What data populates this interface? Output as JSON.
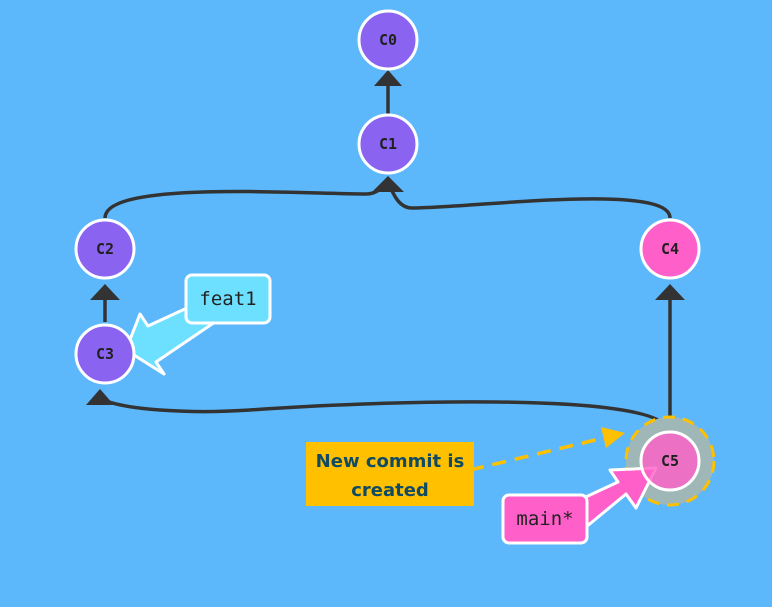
{
  "commits": [
    {
      "id": "C0",
      "color": "#8a63f1"
    },
    {
      "id": "C1",
      "color": "#8a63f1"
    },
    {
      "id": "C2",
      "color": "#8a63f1"
    },
    {
      "id": "C3",
      "color": "#8a63f1"
    },
    {
      "id": "C4",
      "color": "#ff5fc8"
    },
    {
      "id": "C5",
      "color": "#ff5fc8"
    }
  ],
  "edges": [
    {
      "from": "C1",
      "to": "C0"
    },
    {
      "from": "C2",
      "to": "C1"
    },
    {
      "from": "C4",
      "to": "C1"
    },
    {
      "from": "C3",
      "to": "C2"
    },
    {
      "from": "C5",
      "to": "C4"
    },
    {
      "from": "C5",
      "to": "C3"
    }
  ],
  "branches": [
    {
      "name": "feat1",
      "target": "C3",
      "color": "#6ee0ff"
    },
    {
      "name": "main*",
      "target": "C5",
      "color": "#ff5fc8",
      "current": true
    }
  ],
  "callout": {
    "lines": [
      "New commit is",
      "created"
    ],
    "target": "C5",
    "background": "#ffc000",
    "text_color": "#114a63"
  },
  "colors": {
    "background": "#5cb8fb",
    "edge": "#333333",
    "node_stroke": "#ffffff"
  }
}
